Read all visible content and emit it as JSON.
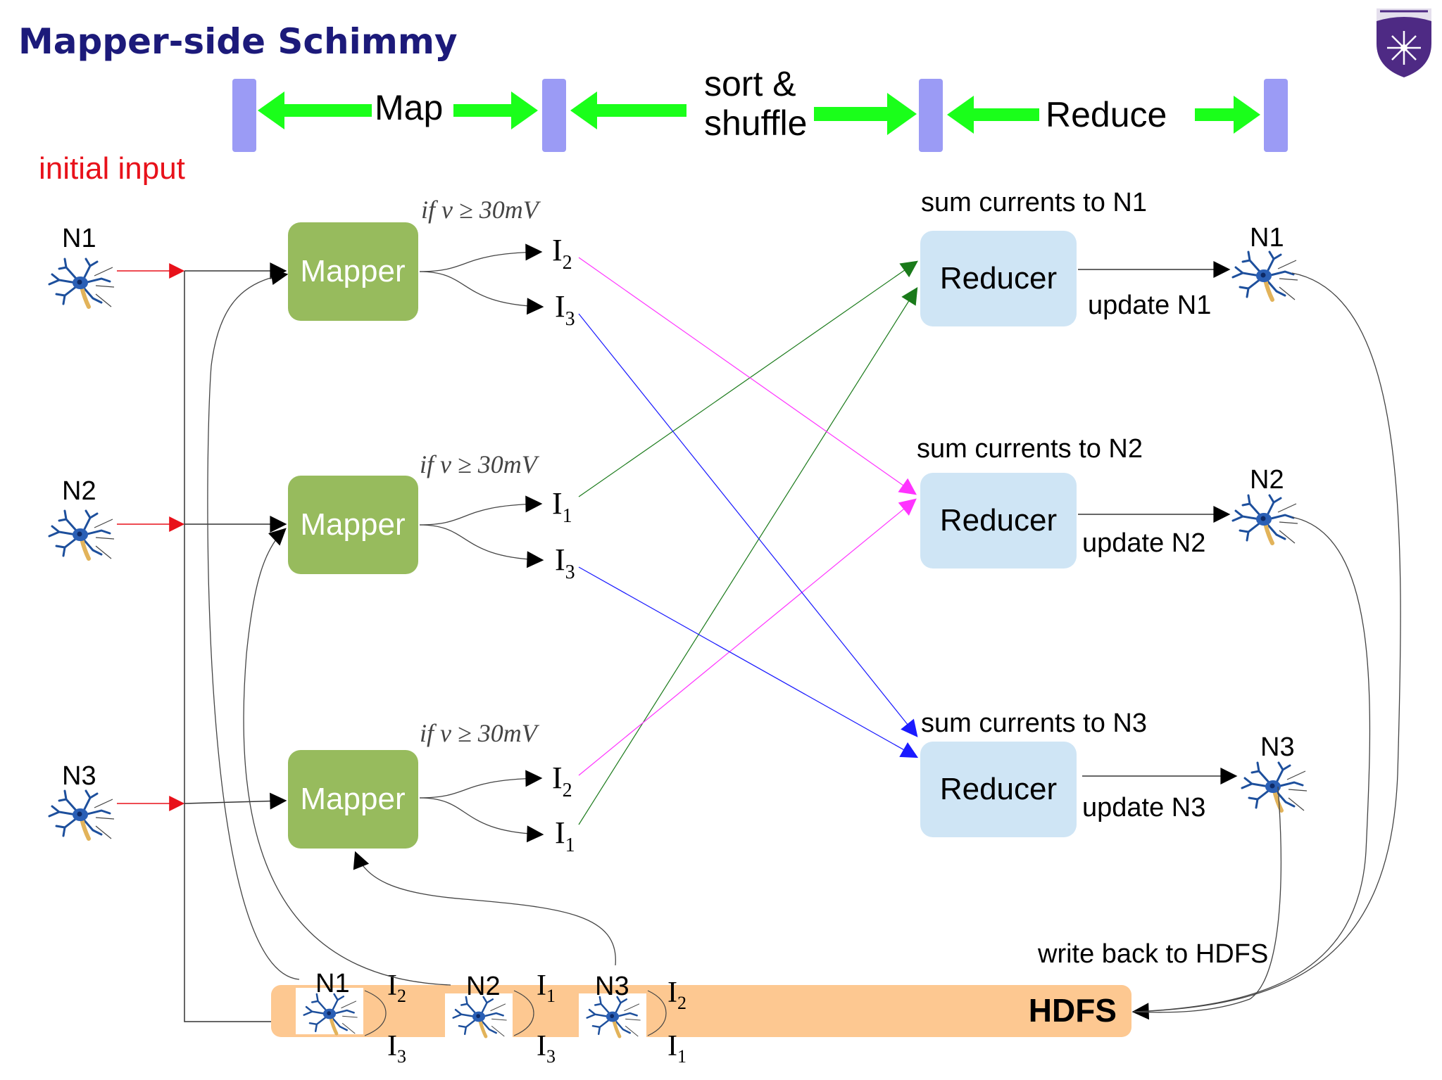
{
  "title": "Mapper-side Schimmy",
  "colors": {
    "title": "#1c1a7a",
    "phase_bar": "#9b9bf5",
    "phase_arrow": "#1aff1a",
    "mapper_fill": "#97bb5d",
    "reducer_fill": "#cfe5f5",
    "hdfs_fill": "#fdc891",
    "initial_input": "#e8111a",
    "pink": "#ff33ff",
    "blue": "#1a1aff",
    "green": "#1a7a1a",
    "logo": "#4e2a84"
  },
  "phases": {
    "map": "Map",
    "sort_shuffle_line1": "sort &",
    "sort_shuffle_line2": "shuffle",
    "reduce": "Reduce"
  },
  "initial_input": "initial input",
  "neurons_left": [
    "N1",
    "N2",
    "N3"
  ],
  "condition": "if v ≥ 30mV",
  "mapper_label": "Mapper",
  "currents": {
    "m1": [
      {
        "base": "I",
        "sub": "2"
      },
      {
        "base": "I",
        "sub": "3"
      }
    ],
    "m2": [
      {
        "base": "I",
        "sub": "1"
      },
      {
        "base": "I",
        "sub": "3"
      }
    ],
    "m3": [
      {
        "base": "I",
        "sub": "2"
      },
      {
        "base": "I",
        "sub": "1"
      }
    ]
  },
  "reducer_label": "Reducer",
  "reducers": [
    {
      "sum": "sum currents to N1",
      "update": "update N1",
      "out": "N1"
    },
    {
      "sum": "sum currents to N2",
      "update": "update N2",
      "out": "N2"
    },
    {
      "sum": "sum currents to N3",
      "update": "update N3",
      "out": "N3"
    }
  ],
  "write_back": "write back to HDFS",
  "hdfs": {
    "label": "HDFS",
    "groups": [
      {
        "node": "N1",
        "top": {
          "base": "I",
          "sub": "2"
        },
        "bottom": {
          "base": "I",
          "sub": "3"
        }
      },
      {
        "node": "N2",
        "top": {
          "base": "I",
          "sub": "1"
        },
        "bottom": {
          "base": "I",
          "sub": "3"
        }
      },
      {
        "node": "N3",
        "top": {
          "base": "I",
          "sub": "2"
        },
        "bottom": {
          "base": "I",
          "sub": "1"
        }
      }
    ]
  }
}
